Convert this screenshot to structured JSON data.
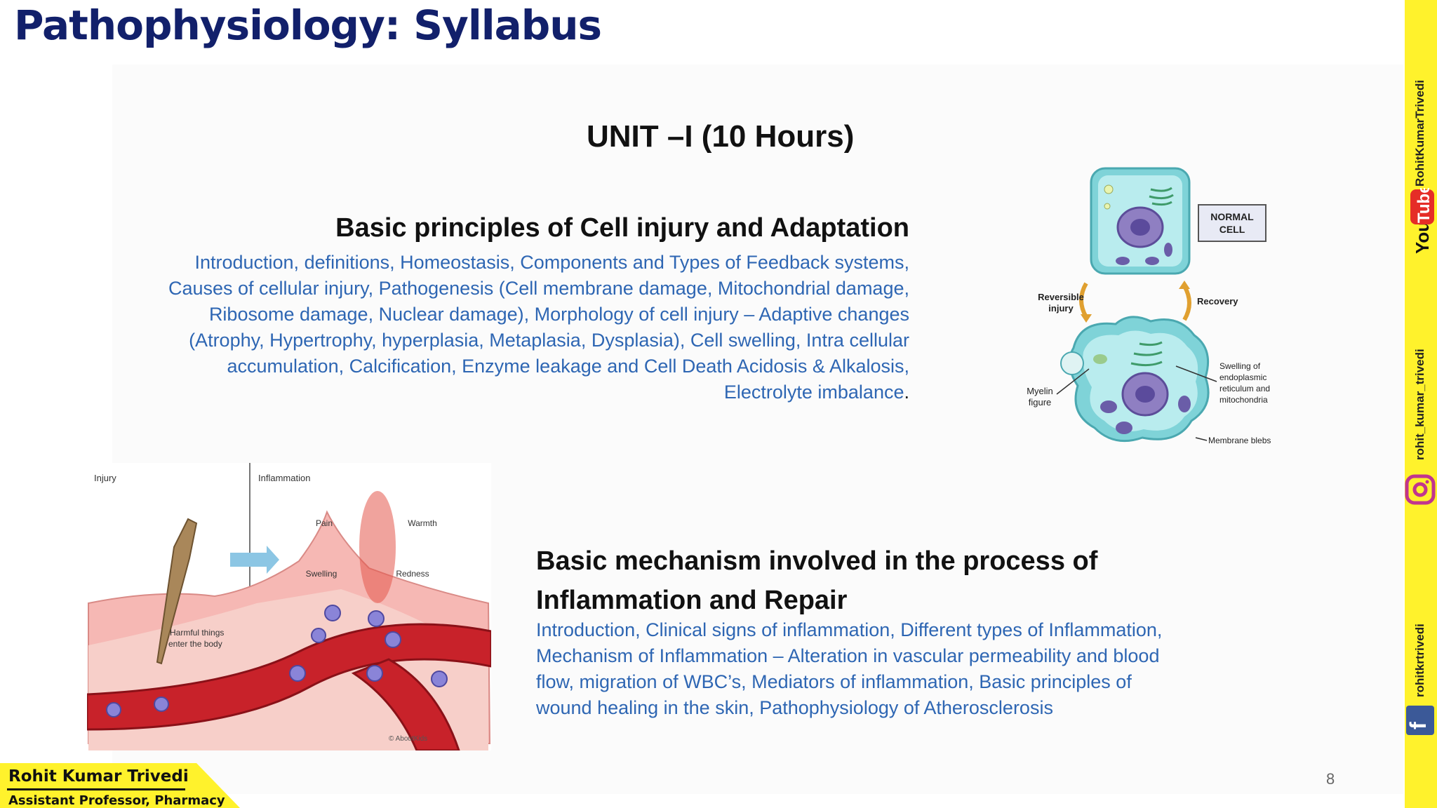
{
  "slide": {
    "title": "Pathophysiology: Syllabus",
    "unit_title": "UNIT –I (10 Hours)",
    "page_number": "8"
  },
  "section1": {
    "heading": "Basic principles of Cell injury and Adaptation",
    "lines": [
      "Introduction, definitions, Homeostasis, Components and Types of Feedback systems,",
      "Causes of cellular injury, Pathogenesis (Cell membrane damage, Mitochondrial damage,",
      "Ribosome damage, Nuclear damage), Morphology of cell injury – Adaptive changes",
      "(Atrophy, Hypertrophy, hyperplasia, Metaplasia, Dysplasia), Cell swelling, Intra cellular",
      "accumulation, Calcification, Enzyme leakage and Cell Death Acidosis & Alkalosis,",
      "Electrolyte imbalance"
    ],
    "end_mark": "."
  },
  "section2": {
    "heading_lines": [
      "Basic mechanism involved in the process of",
      "Inflammation and Repair"
    ],
    "lines": [
      "Introduction, Clinical signs of inflammation, Different types of Inflammation,",
      "Mechanism of Inflammation – Alteration in vascular permeability and blood",
      "flow, migration of WBC’s, Mediators of inflammation, Basic principles of",
      "wound healing in the skin, Pathophysiology of Atherosclerosis"
    ]
  },
  "cell_figure": {
    "normal_cell": [
      "NORMAL",
      "CELL"
    ],
    "reversible_injury": [
      "Reversible",
      "injury"
    ],
    "recovery": "Recovery",
    "myelin_figure": [
      "Myelin",
      "figure"
    ],
    "swelling": [
      "Swelling of",
      "endoplasmic",
      "reticulum and",
      "mitochondria"
    ],
    "membrane_blebs": "Membrane blebs"
  },
  "inflammation_figure": {
    "injury": "Injury",
    "inflammation": "Inflammation",
    "pain": "Pain",
    "warmth": "Warmth",
    "swelling": "Swelling",
    "redness": "Redness",
    "harmful": [
      "Harmful things",
      "enter the body"
    ],
    "copyright": "© AboutKids"
  },
  "sidebar": {
    "youtube_handle": "RohitKumarTrivedi",
    "instagram_handle": "rohit_kumar_trivedi",
    "facebook_handle": "rohitkrtrivedi",
    "youtube_logo_text": [
      "You",
      "Tube"
    ],
    "facebook_logo_text": "f"
  },
  "author": {
    "name": "Rohit Kumar Trivedi",
    "role": "Assistant Professor, Pharmacy"
  },
  "colors": {
    "title": "#12206b",
    "body_text": "#2e66b3",
    "sidebar": "#fff22c",
    "banner": "#fff22c"
  }
}
